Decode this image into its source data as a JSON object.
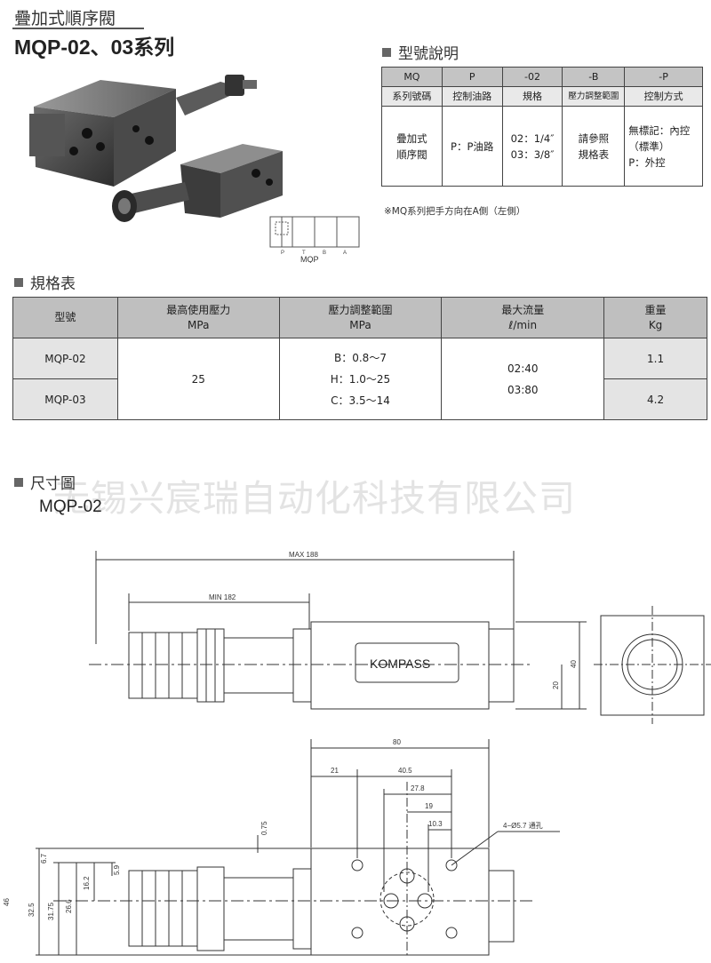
{
  "header": {
    "title_cn": "疊加式順序閥",
    "title_en": "MQP-02、03系列"
  },
  "model_section": {
    "heading": "型號說明",
    "columns": [
      {
        "code": "MQ",
        "desc": "系列號碼",
        "detail": [
          "疊加式",
          "順序閥"
        ]
      },
      {
        "code": "P",
        "desc": "控制油路",
        "detail": [
          "P：P油路"
        ]
      },
      {
        "code": "-02",
        "desc": "規格",
        "detail": [
          "02：1/4″",
          "03：3/8″"
        ]
      },
      {
        "code": "-B",
        "desc": "壓力調整範圍",
        "detail": [
          "請參照",
          "規格表"
        ]
      },
      {
        "code": "-P",
        "desc": "控制方式",
        "detail": [
          "無標記：內控",
          "（標準）",
          "P：外控"
        ]
      }
    ],
    "note": "※MQ系列把手方向在A側（左側）"
  },
  "symbol": {
    "label": "MQP",
    "ports": [
      "P",
      "T",
      "B",
      "A"
    ]
  },
  "spec_section": {
    "heading": "規格表",
    "headers": [
      {
        "l1": "型號",
        "l2": ""
      },
      {
        "l1": "最高使用壓力",
        "l2": "MPa"
      },
      {
        "l1": "壓力調整範圍",
        "l2": "MPa"
      },
      {
        "l1": "最大流量",
        "l2": "ℓ/min"
      },
      {
        "l1": "重量",
        "l2": "Kg"
      }
    ],
    "models": [
      "MQP-02",
      "MQP-03"
    ],
    "max_pressure": "25",
    "ranges": [
      "B：0.8～7",
      "H：1.0～25",
      "C：3.5～14"
    ],
    "flows": [
      "02:40",
      "03:80"
    ],
    "weights": [
      "1.1",
      "4.2"
    ]
  },
  "drawing_section": {
    "heading": "尺寸圖",
    "watermark": "无锡兴宸瑞自动化科技有限公司",
    "model": "MQP-02",
    "brand_plate": "KOMPASS",
    "dims": {
      "max": "MAX  188",
      "min": "MIN  182",
      "h40": "40",
      "h20": "20",
      "w80": "80",
      "d21": "21",
      "d40_5": "40.5",
      "d27_8": "27.8",
      "d19": "19",
      "d10_3": "10.3",
      "d0_75": "0.75",
      "d6_7": "6.7",
      "d5_9": "5.9",
      "d16_2": "16.2",
      "d26_6": "26.6",
      "d31_75": "31.75",
      "d32_5": "32.5",
      "d46": "46",
      "holes": "4−Ø5.7 通孔"
    }
  }
}
